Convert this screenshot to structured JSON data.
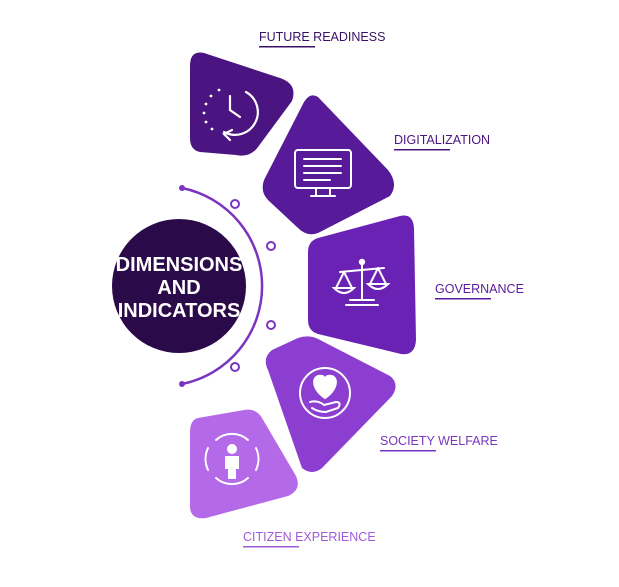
{
  "center": {
    "lines": [
      "DIMENSIONS",
      "AND",
      "INDICATORS"
    ],
    "color": "#2b0a4a",
    "text_color": "#ffffff"
  },
  "dimensions": [
    {
      "label": "FUTURE READINESS",
      "icon": "clock-icon",
      "color": "#4a1580",
      "label_color": "#3a1066"
    },
    {
      "label": "DIGITALIZATION",
      "icon": "monitor-icon",
      "color": "#571a98",
      "label_color": "#4a1580"
    },
    {
      "label": "GOVERNANCE",
      "icon": "scales-icon",
      "color": "#6a22b4",
      "label_color": "#5a1c9c"
    },
    {
      "label": "SOCIETY WELFARE",
      "icon": "heart-hand-icon",
      "color": "#8b3ed0",
      "label_color": "#7a34c0"
    },
    {
      "label": "CITIZEN EXPERIENCE",
      "icon": "person-target-icon",
      "color": "#b46ae8",
      "label_color": "#a05ad8"
    }
  ],
  "arc_color": "#7a34c0"
}
